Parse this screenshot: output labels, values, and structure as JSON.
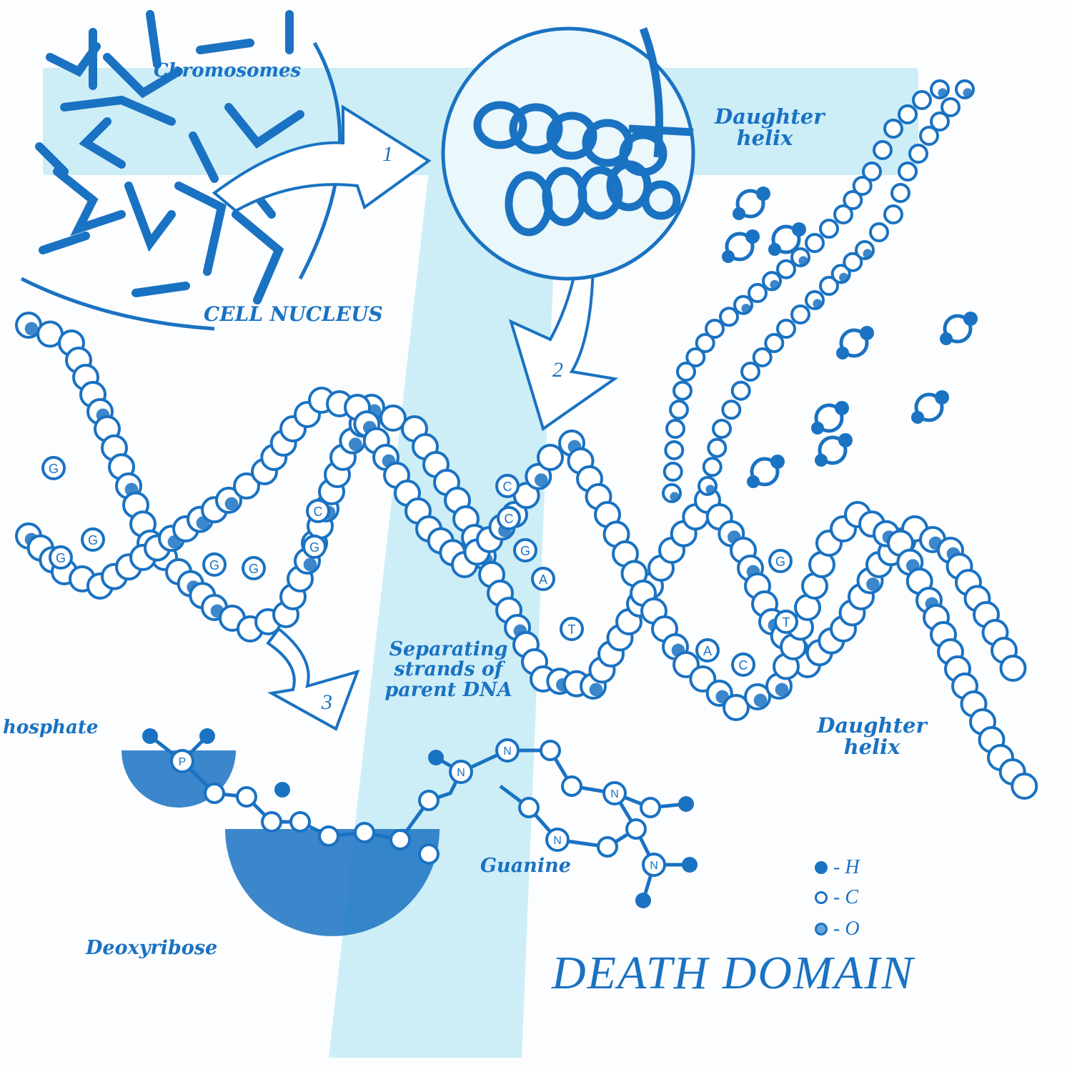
{
  "title": "DEATH DOMAIN",
  "labels": {
    "chromosomes": "Chromosomes",
    "cell_nucleus": "CELL NUCLEUS",
    "daughter_helix_top": "Daughter helix",
    "daughter_helix_bottom": "Daughter helix",
    "separating": "Separating strands of parent DNA",
    "phosphate": "hosphate",
    "guanine": "Guanine",
    "deoxyribose": "Deoxyribose"
  },
  "steps": [
    "1",
    "2",
    "3"
  ],
  "bases": [
    "G",
    "G",
    "G",
    "C",
    "G",
    "G",
    "G",
    "C",
    "C",
    "G",
    "A",
    "T",
    "G",
    "T",
    "C",
    "A"
  ],
  "atom_letters": [
    "P",
    "N",
    "N",
    "N",
    "N",
    "N"
  ],
  "legend": [
    {
      "symbol": "filled",
      "label": "H"
    },
    {
      "symbol": "open",
      "label": "C"
    },
    {
      "symbol": "shaded",
      "label": "O"
    }
  ],
  "colors": {
    "ink": "#1a72c2",
    "light_band": "#cdeef7",
    "paper": "#fcfdfe"
  }
}
